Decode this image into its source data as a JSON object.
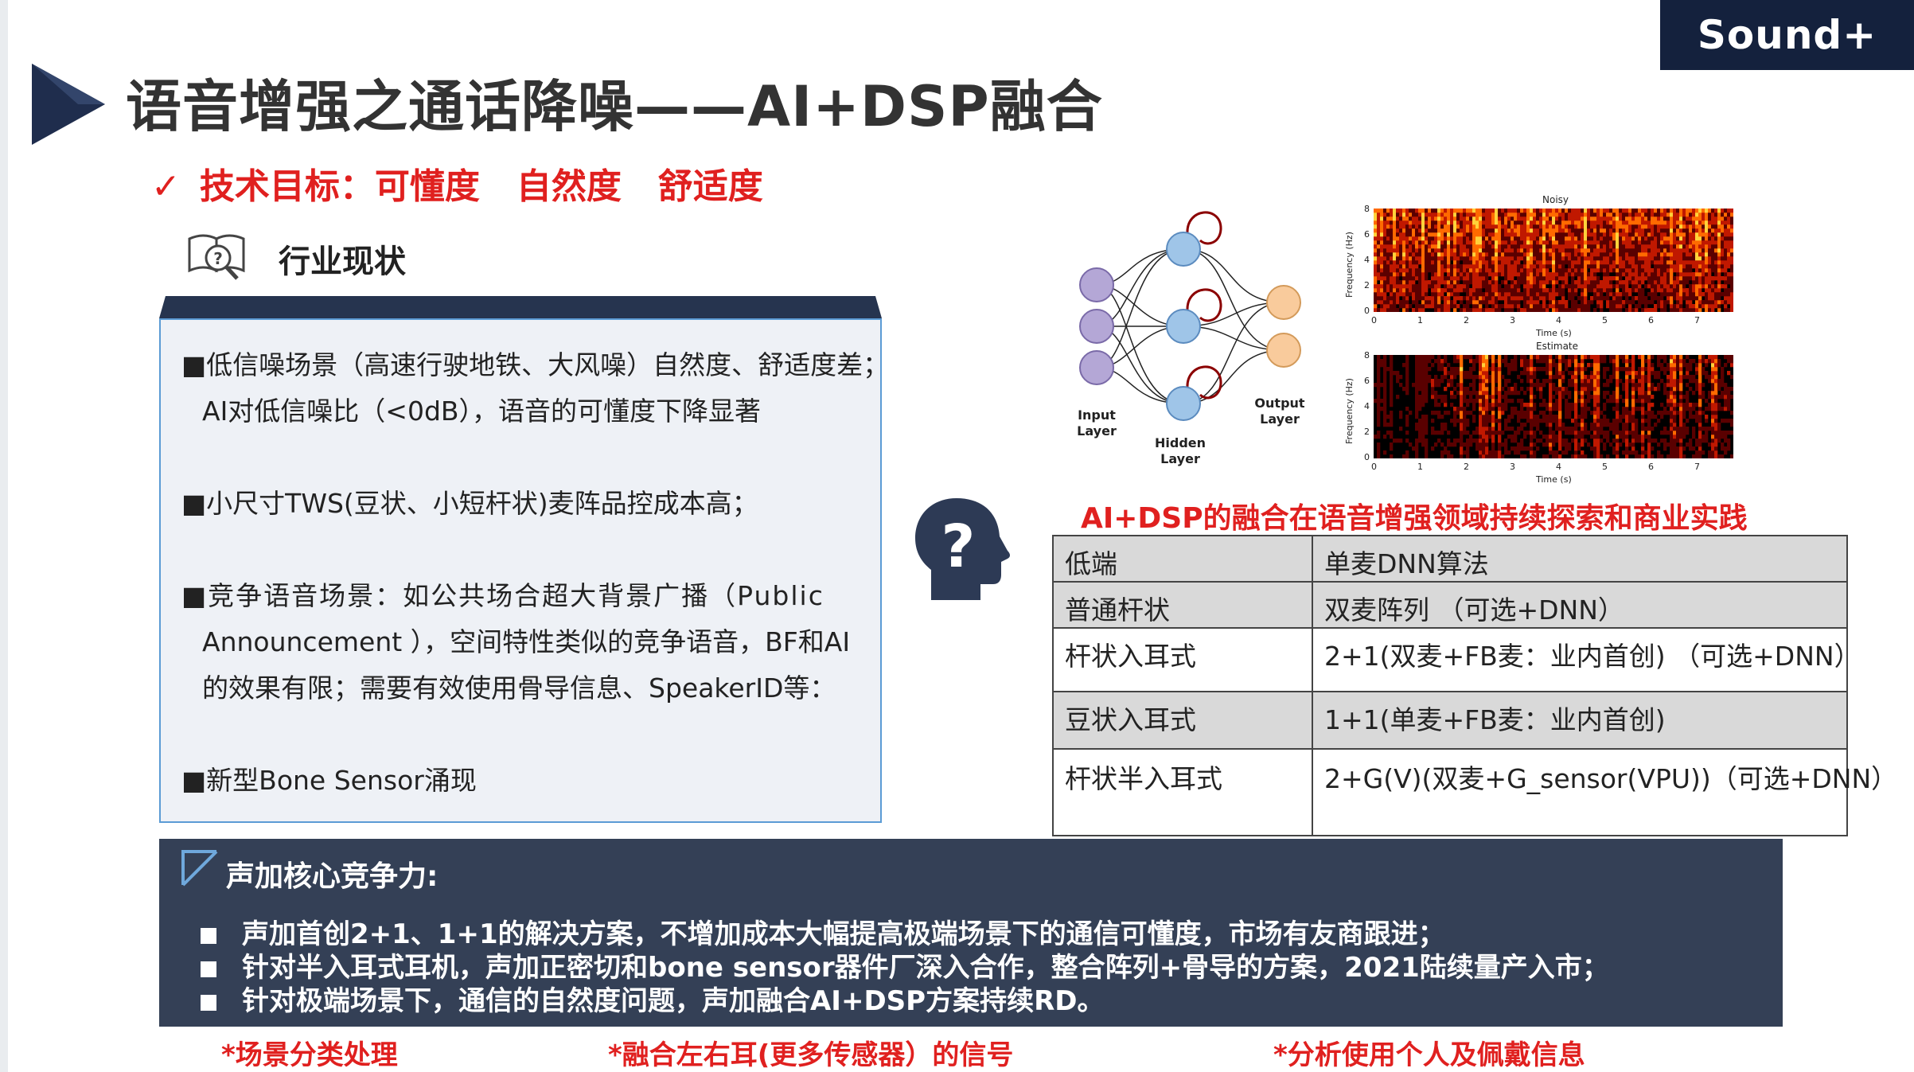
{
  "logo": "Sound+",
  "title": "语音增强之通话降噪——AI+DSP融合",
  "goal": {
    "check": "✓",
    "text": "技术目标：可懂度   自然度   舒适度"
  },
  "industry": {
    "title": "行业现状",
    "icon": "book-magnifier-question-icon"
  },
  "left_lines": [
    "■低信噪场景（高速行驶地铁、大风噪）自然度、舒适度差；",
    "AI对低信噪比（<0dB），语音的可懂度下降显著",
    "■小尺寸TWS(豆状、小短杆状)麦阵品控成本高；",
    "■竞争语音场景：如公共场合超大背景广播（Public",
    "Announcement ），空间特性类似的竞争语音，BF和AI",
    "的效果有限；需要有效使用骨导信息、SpeakerID等：",
    "■新型Bone Sensor涌现"
  ],
  "network": {
    "input_label": [
      "Input",
      "Layer"
    ],
    "hidden_label": [
      "Hidden",
      "Layer"
    ],
    "output_label": [
      "Output",
      "Layer"
    ],
    "colors": {
      "input": "#b4a7d6",
      "hidden": "#9fc5e8",
      "output": "#f9cb9c",
      "recurrent": "#8b0000"
    }
  },
  "spectrograms": [
    {
      "title": "Noisy",
      "ylabel": "Frequency (Hz)",
      "xlabel": "Time (s)",
      "xticks": [
        "0",
        "1",
        "2",
        "3",
        "4",
        "5",
        "6",
        "7"
      ],
      "yticks": [
        "0",
        "2",
        "4",
        "6",
        "8"
      ]
    },
    {
      "title": "Estimate",
      "ylabel": "Frequency (Hz)",
      "xlabel": "Time (s)",
      "xticks": [
        "0",
        "1",
        "2",
        "3",
        "4",
        "5",
        "6",
        "7"
      ],
      "yticks": [
        "0",
        "2",
        "4",
        "6",
        "8"
      ]
    }
  ],
  "fusion_title": "AI+DSP的融合在语音增强领域持续探索和商业实践",
  "table_rows": [
    {
      "type": "低端",
      "solution": "单麦DNN算法"
    },
    {
      "type": "普通杆状",
      "solution": "双麦阵列 （可选+DNN）"
    },
    {
      "type": "杆状入耳式",
      "solution": "2+1(双麦+FB麦：业内首创)    （可选+DNN）"
    },
    {
      "type": "豆状入耳式",
      "solution": "1+1(单麦+FB麦：业内首创)"
    },
    {
      "type": "杆状半入耳式",
      "solution": "2+G(V)(双麦+G_sensor(VPU))（可选+DNN）"
    }
  ],
  "core": {
    "title": "声加核心竞争力:",
    "items": [
      "声加首创2+1、1+1的解决方案，不增加成本大幅提高极端场景下的通信可懂度，市场有友商跟进；",
      "针对半入耳式耳机，声加正密切和bone sensor器件厂深入合作，整合阵列+骨导的方案，2021陆续量产入市；",
      "针对极端场景下，通信的自然度问题，声加融合AI+DSP方案持续RD。"
    ]
  },
  "notes": [
    "*场景分类处理",
    "*融合左右耳(更多传感器）的信号",
    "*分析使用个人及佩戴信息"
  ],
  "colors": {
    "accent_red": "#e0201f",
    "navy": "#14213d",
    "panel": "#344056",
    "border_blue": "#5b9bd5"
  }
}
